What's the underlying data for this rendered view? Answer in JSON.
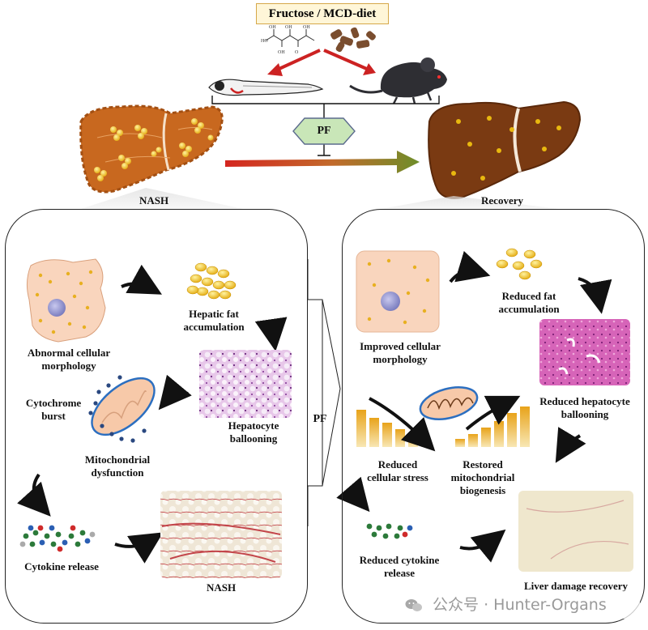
{
  "title": "Fructose / MCD-diet",
  "pf_center": "PF",
  "pf_middle": "PF",
  "nash_header": "NASH",
  "recovery_header": "Recovery",
  "left": {
    "abnormal_morphology": "Abnormal cellular morphology",
    "hepatic_fat": "Hepatic fat accumulation",
    "hepatocyte_ballooning": "Hepatocyte ballooning",
    "cytochrome_burst": "Cytochrome burst",
    "mito_dysfunction": "Mitochondrial dysfunction",
    "cytokine_release": "Cytokine release",
    "nash": "NASH"
  },
  "right": {
    "improved_morphology": "Improved cellular morphology",
    "reduced_fat": "Reduced fat accumulation",
    "reduced_ballooning": "Reduced hepatocyte ballooning",
    "reduced_stress": "Reduced cellular stress",
    "restored_mito": "Restored mitochondrial biogenesis",
    "reduced_cytokine": "Reduced cytokine release",
    "liver_recovery": "Liver damage recovery"
  },
  "watermark": "公众号 · Hunter-Organs",
  "colors": {
    "liver_nash": "#c8681f",
    "liver_recovery": "#7a3a12",
    "fat_droplet": "#f3c21a",
    "arrow_red": "#cc2222",
    "pf_hex": "#c9e6b8",
    "cell_fill": "#f9d5bd",
    "he_stain": "#c75fb5",
    "sirius_bg": "#e9dcc0"
  }
}
